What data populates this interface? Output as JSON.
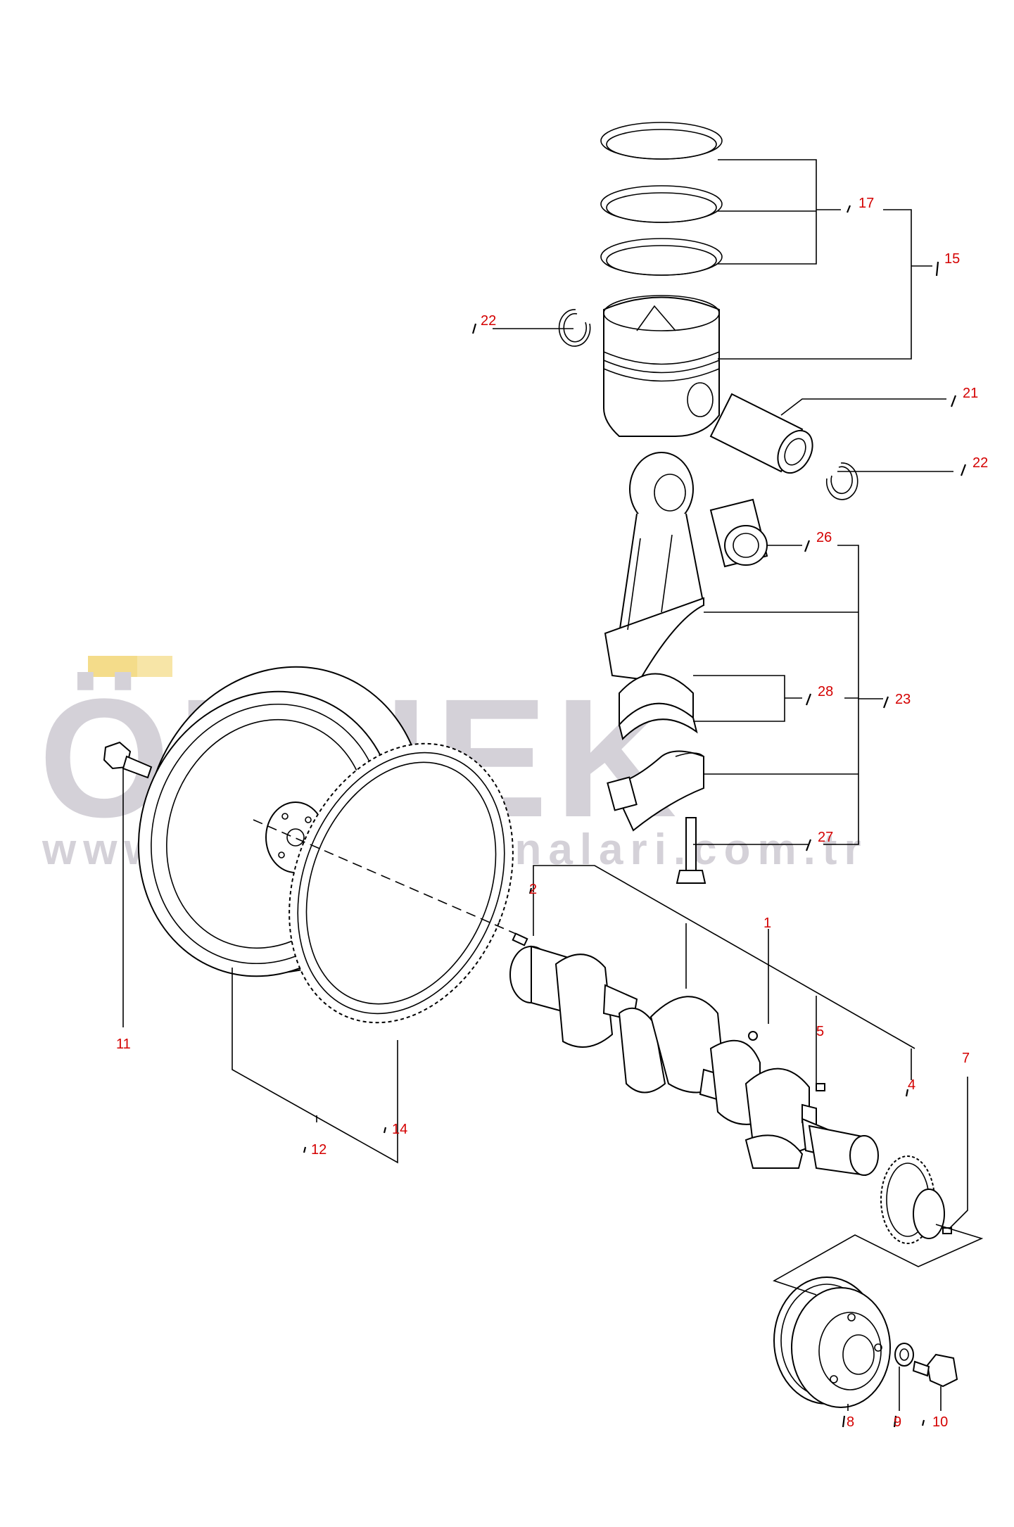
{
  "watermark": {
    "brand": "ÖRNEK",
    "url": "www.ornekismakinalari.com.tr",
    "accent_color": "#f4dc8a",
    "text_color": "#d4d1d8"
  },
  "parts": {
    "p1": "1",
    "p2": "2",
    "p4": "4",
    "p5": "5",
    "p7": "7",
    "p8": "8",
    "p9": "9",
    "p10": "10",
    "p11": "11",
    "p12": "12",
    "p14": "14",
    "p15": "15",
    "p17": "17",
    "p21": "21",
    "p22a": "22",
    "p22b": "22",
    "p23": "23",
    "p26": "26",
    "p27": "27",
    "p28": "28"
  },
  "label_color": "#d40000"
}
